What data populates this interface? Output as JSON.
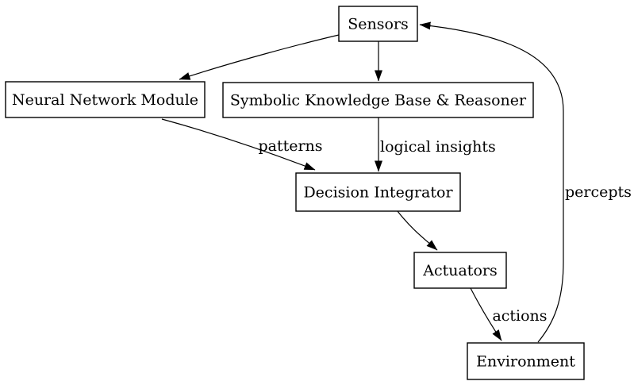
{
  "diagram": {
    "type": "directed-graph",
    "background_color": "#ffffff",
    "node_fill_color": "#ffffff",
    "node_border_color": "#000000",
    "edge_color": "#000000",
    "text_color": "#000000",
    "nodes": [
      {
        "id": "sensors",
        "label": "Sensors"
      },
      {
        "id": "neural_network_module",
        "label": "Neural Network Module"
      },
      {
        "id": "symbolic_kb_reasoner",
        "label": "Symbolic Knowledge Base & Reasoner"
      },
      {
        "id": "decision_integrator",
        "label": "Decision Integrator"
      },
      {
        "id": "actuators",
        "label": "Actuators"
      },
      {
        "id": "environment",
        "label": "Environment"
      }
    ],
    "edges": [
      {
        "from": "sensors",
        "to": "neural_network_module",
        "label": ""
      },
      {
        "from": "sensors",
        "to": "symbolic_kb_reasoner",
        "label": ""
      },
      {
        "from": "neural_network_module",
        "to": "decision_integrator",
        "label": "patterns"
      },
      {
        "from": "symbolic_kb_reasoner",
        "to": "decision_integrator",
        "label": "logical insights"
      },
      {
        "from": "decision_integrator",
        "to": "actuators",
        "label": ""
      },
      {
        "from": "actuators",
        "to": "environment",
        "label": "actions"
      },
      {
        "from": "environment",
        "to": "sensors",
        "label": "percepts"
      }
    ]
  }
}
